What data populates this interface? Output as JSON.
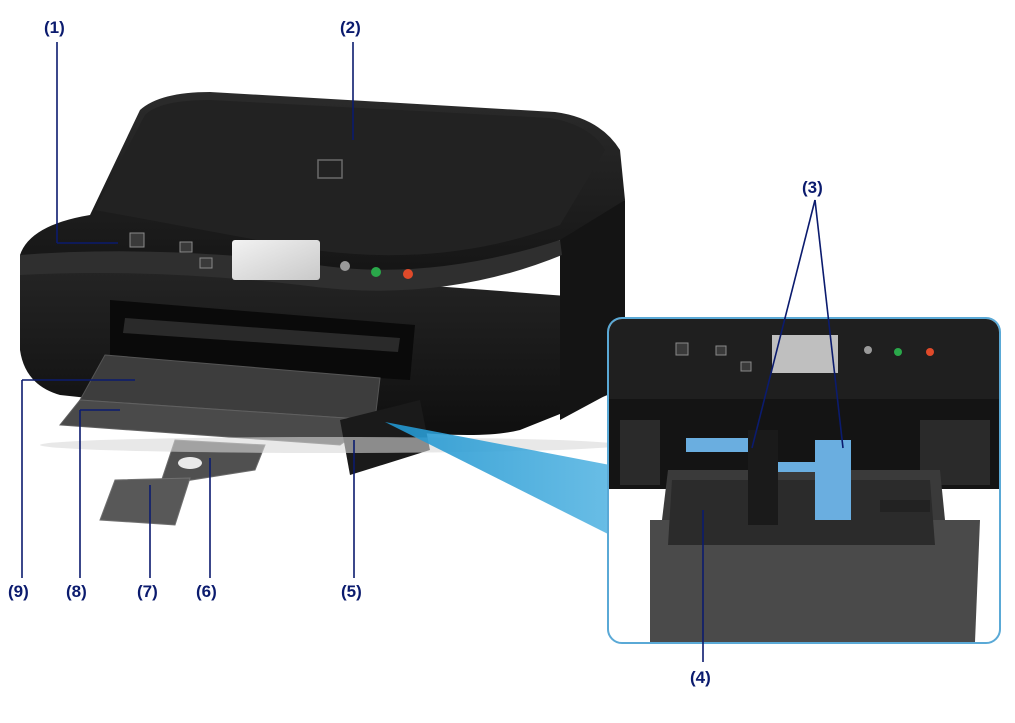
{
  "diagram": {
    "callouts": [
      {
        "id": "c1",
        "label": "(1)"
      },
      {
        "id": "c2",
        "label": "(2)"
      },
      {
        "id": "c3",
        "label": "(3)"
      },
      {
        "id": "c4",
        "label": "(4)"
      },
      {
        "id": "c5",
        "label": "(5)"
      },
      {
        "id": "c6",
        "label": "(6)"
      },
      {
        "id": "c7",
        "label": "(7)"
      },
      {
        "id": "c8",
        "label": "(8)"
      },
      {
        "id": "c9",
        "label": "(9)"
      }
    ]
  },
  "colors": {
    "printer_body": "#1e1e1e",
    "callout_line": "#0b1b6e",
    "inset_border": "#5aa9d6",
    "zoom_beam": "#2ea3d8",
    "paper_guide": "#6aaee0",
    "power_button": "#e04a2a",
    "start_button": "#2aa84a"
  }
}
